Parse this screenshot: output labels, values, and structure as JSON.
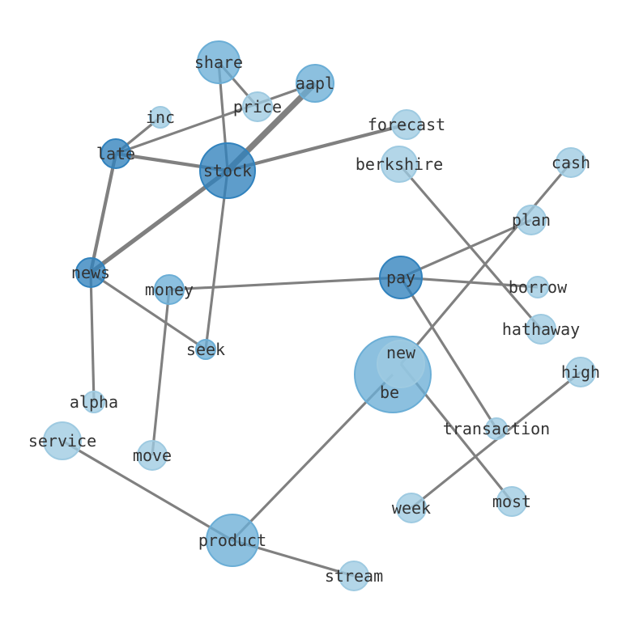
{
  "nodes": [
    "share",
    "aapl",
    "price",
    "inc",
    "forecast",
    "late",
    "stock",
    "berkshire",
    "cash",
    "plan",
    "news",
    "money",
    "pay",
    "borrow",
    "hathaway",
    "seek",
    "be",
    "new",
    "high",
    "alpha",
    "service",
    "move",
    "transaction",
    "most",
    "week",
    "product",
    "stream"
  ],
  "edges": [
    {
      "source": "stock",
      "target": "aapl",
      "weight": 7
    },
    {
      "source": "stock",
      "target": "news",
      "weight": 5
    },
    {
      "source": "late",
      "target": "news",
      "weight": 4
    },
    {
      "source": "stock",
      "target": "forecast",
      "weight": 4
    },
    {
      "source": "stock",
      "target": "late",
      "weight": 4
    },
    {
      "source": "stock",
      "target": "share",
      "weight": 3
    },
    {
      "source": "share",
      "target": "price",
      "weight": 3
    },
    {
      "source": "late",
      "target": "aapl",
      "weight": 3
    },
    {
      "source": "late",
      "target": "inc",
      "weight": 3
    },
    {
      "source": "stock",
      "target": "seek",
      "weight": 3
    },
    {
      "source": "news",
      "target": "seek",
      "weight": 3
    },
    {
      "source": "news",
      "target": "alpha",
      "weight": 3
    },
    {
      "source": "money",
      "target": "move",
      "weight": 3
    },
    {
      "source": "pay",
      "target": "money",
      "weight": 3
    },
    {
      "source": "pay",
      "target": "borrow",
      "weight": 3
    },
    {
      "source": "pay",
      "target": "plan",
      "weight": 3
    },
    {
      "source": "pay",
      "target": "transaction",
      "weight": 3
    },
    {
      "source": "new",
      "target": "cash",
      "weight": 3
    },
    {
      "source": "new",
      "target": "most",
      "weight": 3
    },
    {
      "source": "berkshire",
      "target": "hathaway",
      "weight": 3
    },
    {
      "source": "week",
      "target": "high",
      "weight": 3
    },
    {
      "source": "be",
      "target": "product",
      "weight": 3
    },
    {
      "source": "service",
      "target": "product",
      "weight": 3
    },
    {
      "source": "product",
      "target": "stream",
      "weight": 3
    }
  ],
  "colors": {
    "edge": "#808080",
    "light": "#9ecae1",
    "mid": "#6baed6",
    "dark": "#3182bd"
  }
}
